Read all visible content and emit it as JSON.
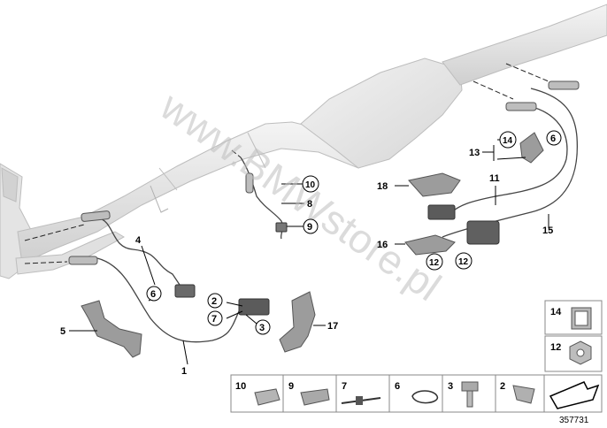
{
  "diagram": {
    "watermark": "www.BMWstore.pl",
    "reference_number": "357731",
    "callouts": {
      "c1": "1",
      "c2": "2",
      "c3": "3",
      "c4": "4",
      "c5": "5",
      "c6a": "6",
      "c6b": "6",
      "c7": "7",
      "c8": "8",
      "c9": "9",
      "c10": "10",
      "c11": "11",
      "c12a": "12",
      "c12b": "12",
      "c13": "13",
      "c14": "14",
      "c15": "15",
      "c16": "16",
      "c17": "17",
      "c18": "18"
    },
    "legend": {
      "right_top": [
        "14",
        "12"
      ],
      "bottom_row": [
        "10",
        "9",
        "7",
        "6",
        "3",
        "2"
      ]
    }
  }
}
